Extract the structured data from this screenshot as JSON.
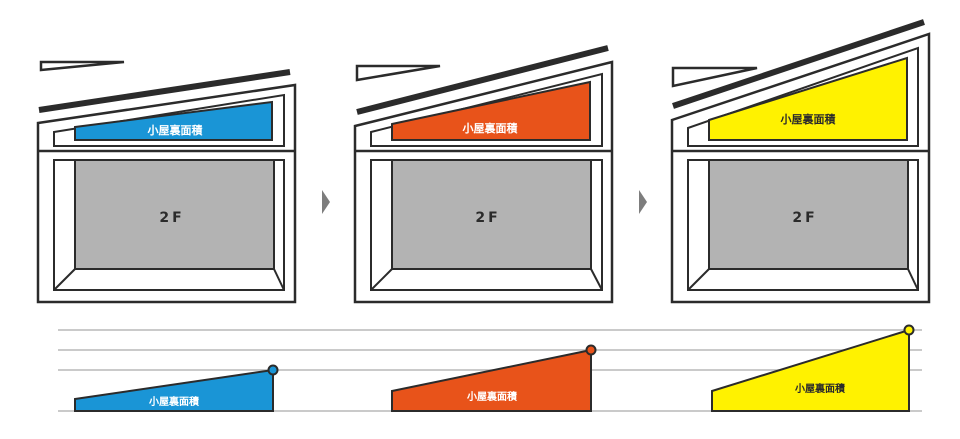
{
  "colors": {
    "outline": "#2b2b2b",
    "floor_fill": "#b3b3b3",
    "guide_line": "#b9b9b9",
    "arrow": "#7d7d7d",
    "stage_colors": [
      "#1a95d6",
      "#e8531a",
      "#fff200"
    ],
    "stage_text_colors": [
      "#ffffff",
      "#ffffff",
      "#2b2b2b"
    ]
  },
  "labels": {
    "attic_area": "小屋裏面積",
    "floor": "2F"
  },
  "stages": [
    {
      "attic_label": "小屋裏面積",
      "floor_label": "2F",
      "attic_height_level": 1
    },
    {
      "attic_label": "小屋裏面積",
      "floor_label": "2F",
      "attic_height_level": 2
    },
    {
      "attic_label": "小屋裏面積",
      "floor_label": "2F",
      "attic_height_level": 3
    }
  ],
  "comparison": {
    "bars": [
      {
        "label": "小屋裏面積",
        "level": 1
      },
      {
        "label": "小屋裏面積",
        "level": 2
      },
      {
        "label": "小屋裏面積",
        "level": 3
      }
    ]
  }
}
